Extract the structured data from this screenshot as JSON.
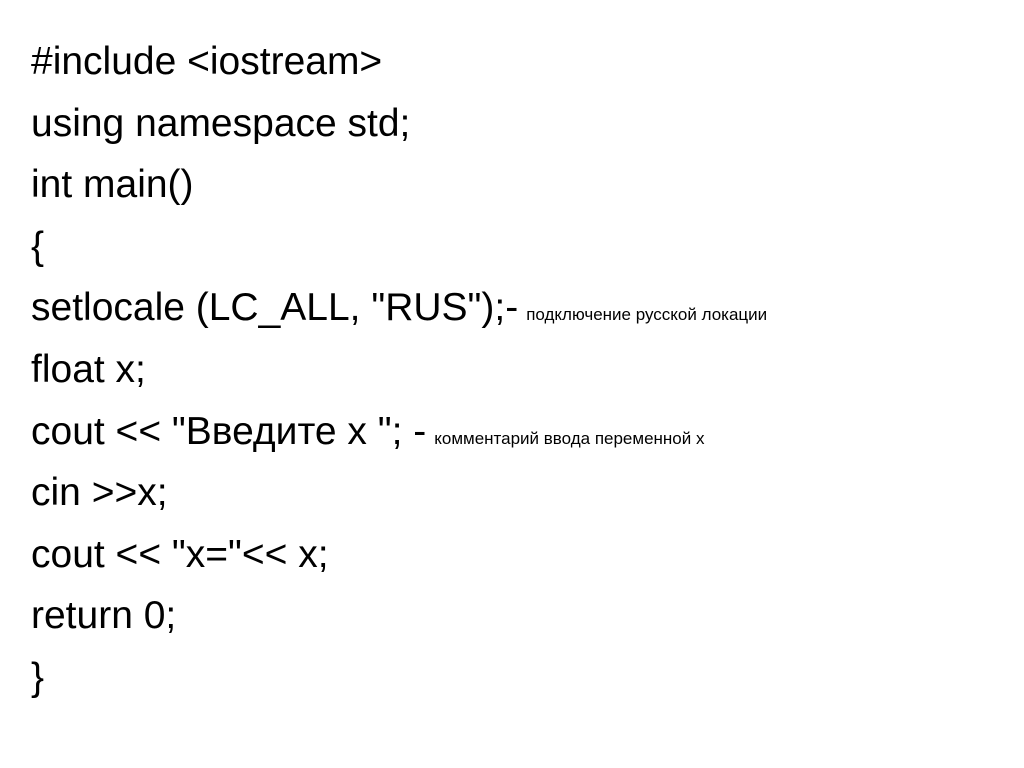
{
  "lines": [
    {
      "code": "#include <iostream>"
    },
    {
      "code": "using namespace std;"
    },
    {
      "code": "int main()"
    },
    {
      "code": "{"
    },
    {
      "code": "setlocale (LC_ALL, \"RUS\");-",
      "comment": "подключение русской локации"
    },
    {
      "code": "float x;"
    },
    {
      "code": "cout << \"Введите x \"; -",
      "comment": "комментарий ввода переменной x"
    },
    {
      "code": "cin >>x;"
    },
    {
      "code": "cout << \"x=\"<< x;"
    },
    {
      "code": "return 0;"
    },
    {
      "code": "}"
    }
  ]
}
